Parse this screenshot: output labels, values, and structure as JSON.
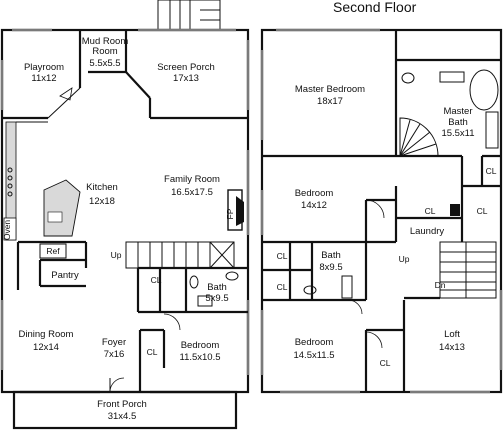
{
  "header": {
    "title": "Second Floor"
  },
  "first_floor": {
    "rooms": [
      {
        "name": "Playroom",
        "dims": "11x12"
      },
      {
        "name": "Mud Room",
        "name2": "Room",
        "dims": "5.5x5.5"
      },
      {
        "name": "Screen Porch",
        "dims": "17x13"
      },
      {
        "name": "Kitchen",
        "dims": "12x18"
      },
      {
        "name": "Family Room",
        "dims": "16.5x17.5"
      },
      {
        "name": "Pantry"
      },
      {
        "name": "Dining Room",
        "dims": "12x14"
      },
      {
        "name": "Foyer",
        "dims": "7x16"
      },
      {
        "name": "Bath",
        "dims": "5x9.5"
      },
      {
        "name": "Bedroom",
        "dims": "11.5x10.5"
      },
      {
        "name": "Front Porch",
        "dims": "31x4.5"
      }
    ],
    "tags": {
      "fp": "FP",
      "oven": "Oven",
      "ref": "Ref",
      "up": "Up",
      "cl": "CL"
    }
  },
  "second_floor": {
    "rooms": [
      {
        "name": "Master Bedroom",
        "dims": "18x17"
      },
      {
        "name": "Master",
        "name2": "Bath",
        "dims": "15.5x11"
      },
      {
        "name": "Bedroom",
        "dims": "14x12"
      },
      {
        "name": "Laundry"
      },
      {
        "name": "Bath",
        "dims": "8x9.5"
      },
      {
        "name": "Bedroom",
        "dims": "14.5x11.5"
      },
      {
        "name": "Loft",
        "dims": "14x13"
      }
    ],
    "tags": {
      "up": "Up",
      "dn": "Dn",
      "cl": "CL"
    }
  },
  "colors": {
    "wall": "#111111",
    "window": "#7a7a7a",
    "counter": "#d9d9d9"
  }
}
